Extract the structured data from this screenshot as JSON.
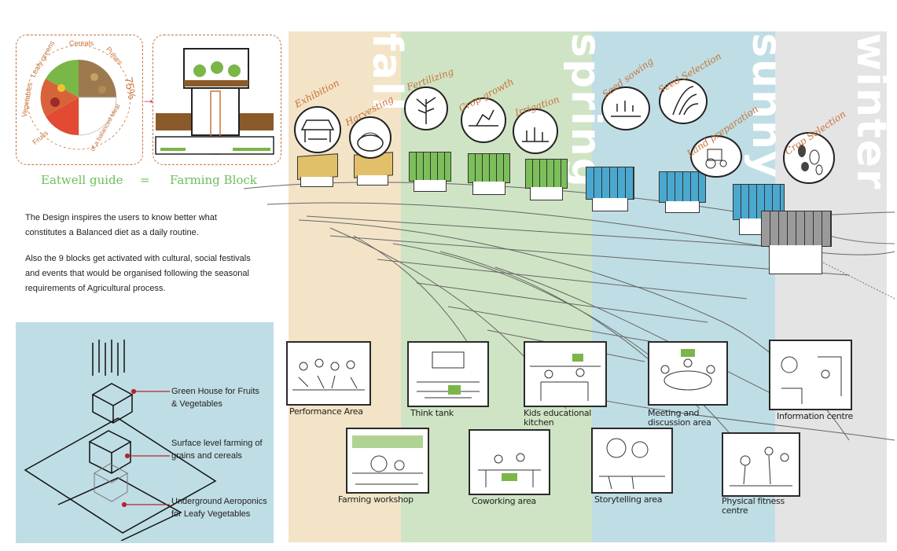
{
  "seasons": [
    {
      "label": "fall",
      "color": "#f3e4c8"
    },
    {
      "label": "spring",
      "color": "#cfe4c4"
    },
    {
      "label": "sunny",
      "color": "#bfdde4"
    },
    {
      "label": "winter",
      "color": "#e4e4e4"
    }
  ],
  "eatwell": {
    "segments": [
      "Cereals",
      "Pulses",
      "Leafy greens",
      "Vegetables",
      "Fruits"
    ],
    "percent_text": "75%",
    "balanced_text": "of a balanced Meal",
    "guide_label": "Eatwell guide",
    "equals": "=",
    "block_label": "Farming Block"
  },
  "description": {
    "p1": "The Design inspires the users to  know better what constitutes a Balanced diet as a daily routine.",
    "p2": "Also the 9 blocks get activated with cultural, social festivals and events that would be organised following the seasonal requirements of Agricultural process."
  },
  "legend": {
    "bg_color": "#bfdde4",
    "items": [
      "Green House for Fruits & Vegetables",
      "Surface level farming of grains and cereals",
      "Underground Aeroponics for Leafy Vegetables"
    ],
    "marker_color": "#b3262d"
  },
  "activities": [
    "Exhibition",
    "Harvesting",
    "Fertilizing",
    "Crop growth",
    "Irrigation",
    "Seed sowing",
    "Seed Selection",
    "Land preparation",
    "Crop Selection"
  ],
  "spaces_row1": [
    "Performance Area",
    "Think tank",
    "Kids educational kitchen",
    "Meeting and discussion area",
    "Information centre"
  ],
  "spaces_row2": [
    "Farming workshop",
    "Coworking area",
    "Storytelling area",
    "Physical fitness centre"
  ],
  "colors": {
    "accent": "#c8733a",
    "green_label": "#6cbf5a",
    "roof_fall": "#e2c069",
    "roof_spring": "#7cbf5a",
    "roof_sunny": "#4aa8cf",
    "roof_winter": "#9a9a9a"
  }
}
